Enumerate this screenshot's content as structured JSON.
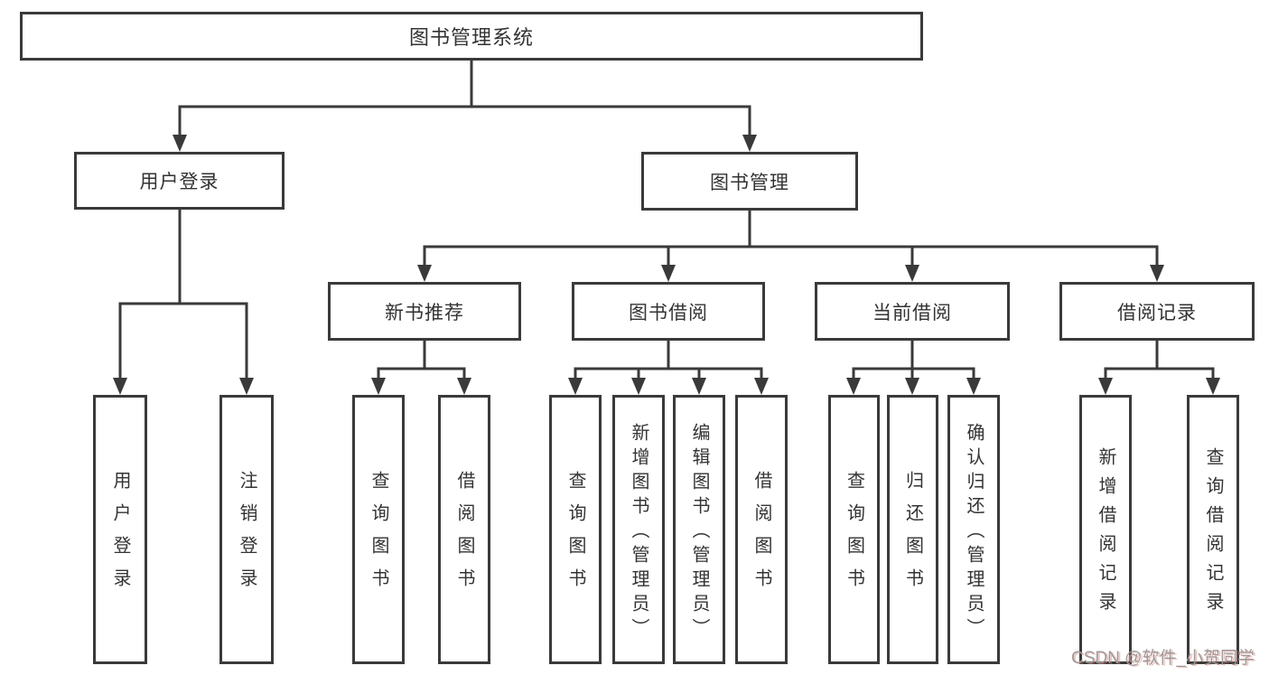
{
  "diagram_title": "图书管理系统",
  "tree": {
    "root": {
      "label": "图书管理系统"
    },
    "user_login": {
      "label": "用户登录",
      "children": [
        {
          "label": "用户登录"
        },
        {
          "label": "注销登录"
        }
      ]
    },
    "book_mgmt": {
      "label": "图书管理"
    },
    "new_recommend": {
      "label": "新书推荐",
      "children": [
        {
          "label": "查询图书"
        },
        {
          "label": "借阅图书"
        }
      ]
    },
    "book_borrow": {
      "label": "图书借阅",
      "children": [
        {
          "label": "查询图书"
        },
        {
          "label": "新增图书（管理员）"
        },
        {
          "label": "编辑图书（管理员）"
        },
        {
          "label": "借阅图书"
        }
      ]
    },
    "current_borrow": {
      "label": "当前借阅",
      "children": [
        {
          "label": "查询图书"
        },
        {
          "label": "归还图书"
        },
        {
          "label": "确认归还（管理员）"
        }
      ]
    },
    "borrow_records": {
      "label": "借阅记录",
      "children": [
        {
          "label": "新增借阅记录"
        },
        {
          "label": "查询借阅记录"
        }
      ]
    }
  },
  "watermark": {
    "text": "CSDN @软件_小贺同学"
  },
  "colors": {
    "line": "#3a3a3a",
    "text": "#333333",
    "background": "#ffffff",
    "watermark_gray": "#9b9b9b"
  }
}
